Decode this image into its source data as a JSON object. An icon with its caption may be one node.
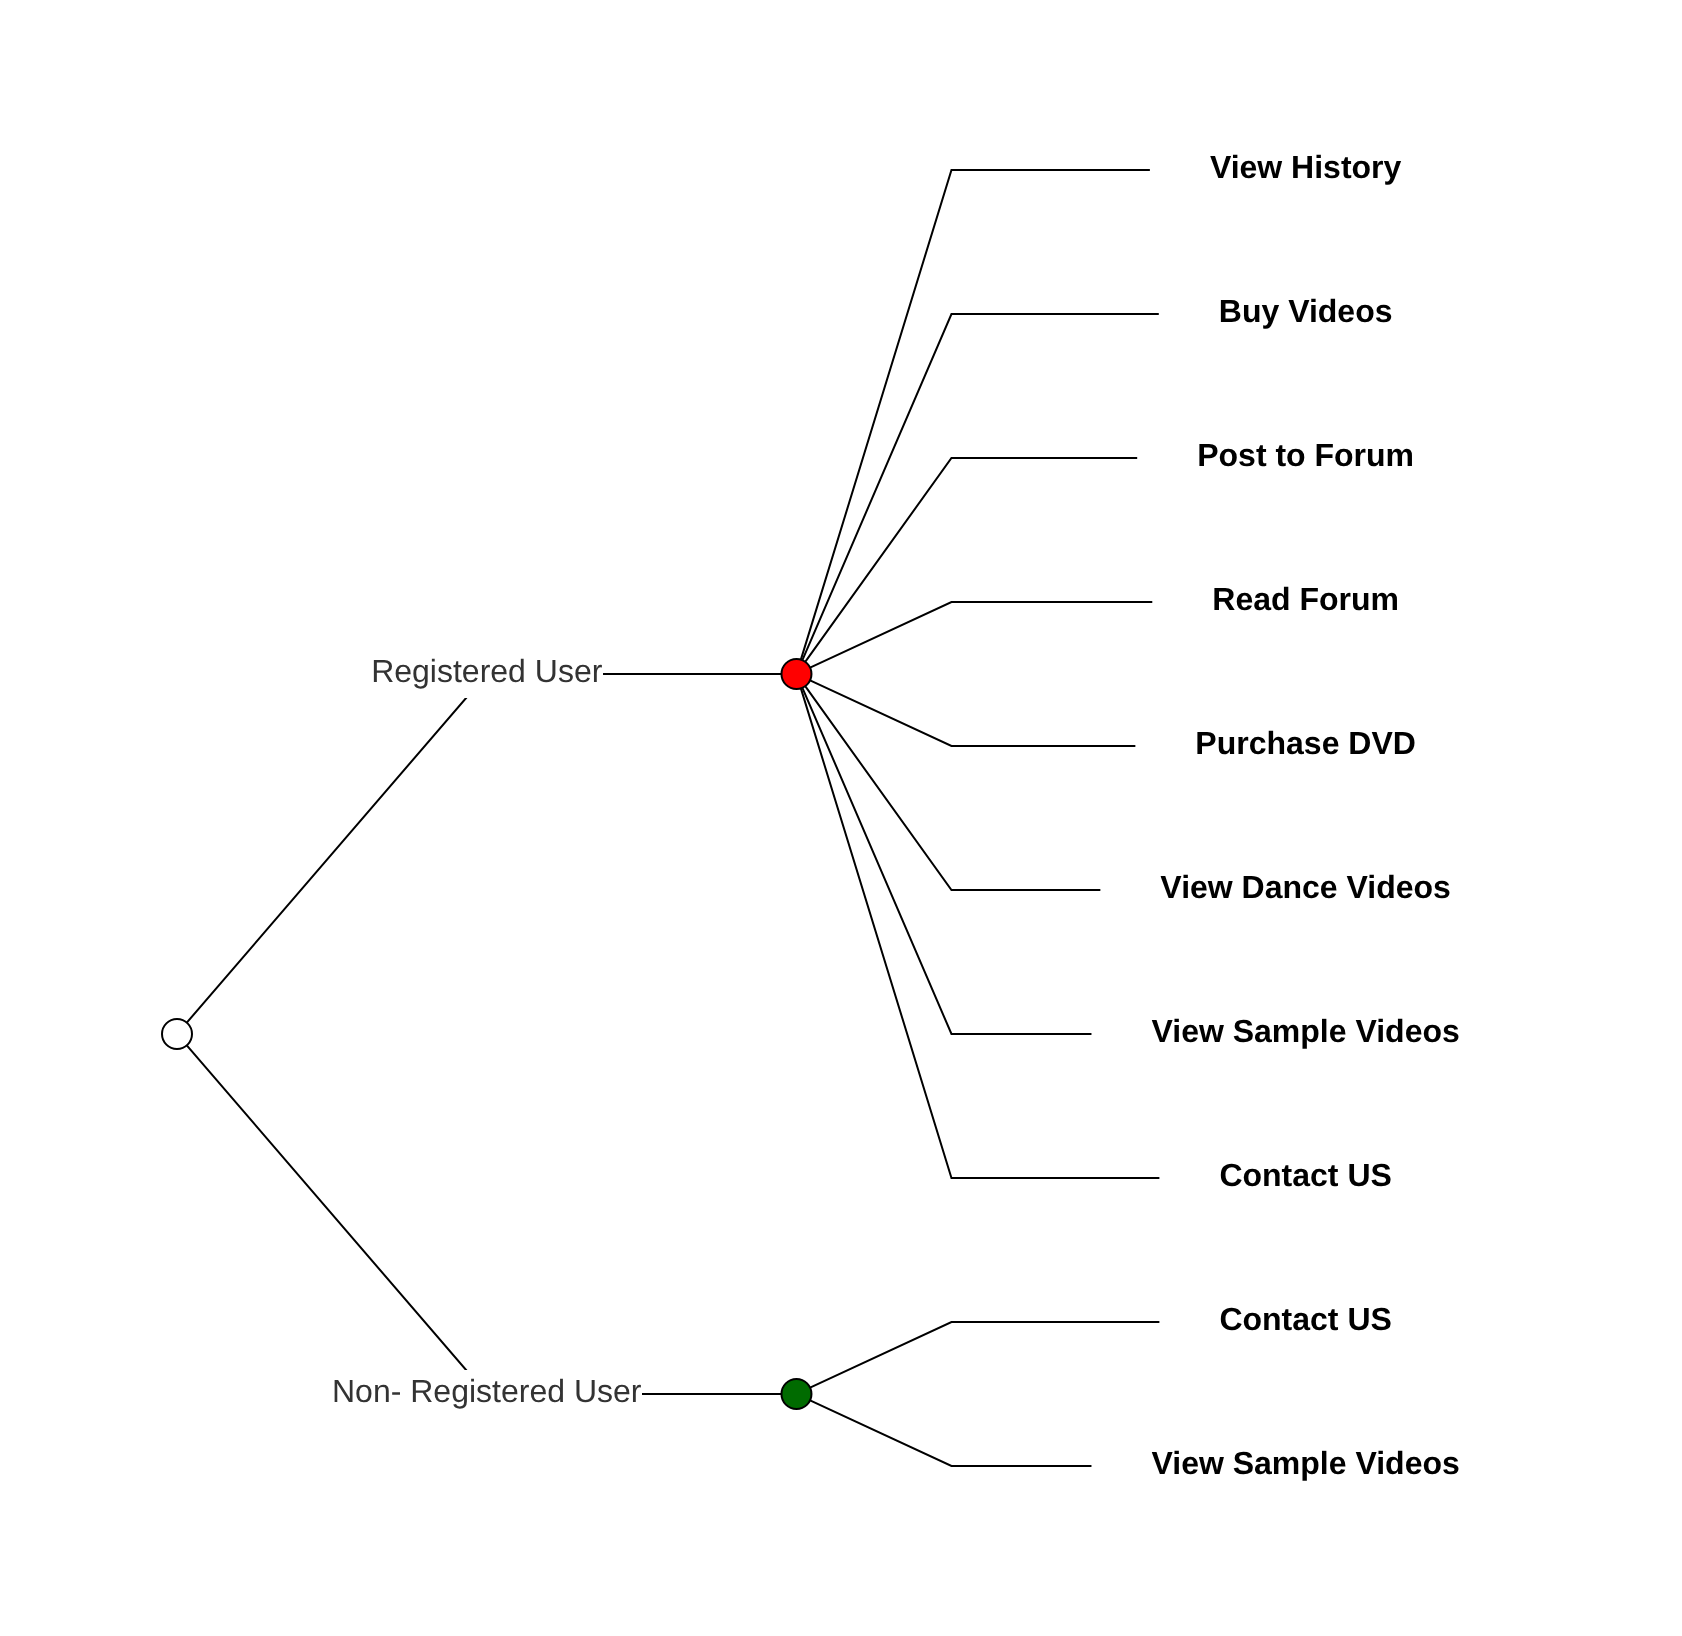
{
  "diagram": {
    "nodes": [
      {
        "text": [],
        "shape": "circle"
      },
      {
        "text": [],
        "shape": "circle"
      },
      {
        "text": [],
        "shape": "circle"
      },
      {
        "text": [
          "View History"
        ]
      },
      {
        "text": [
          "Buy Videos"
        ]
      },
      {
        "text": [
          "Post to Forum"
        ]
      },
      {
        "text": [
          "Read Forum"
        ]
      },
      {
        "text": [
          "Purchase DVD"
        ]
      },
      {
        "text": [
          "View Dance Videos"
        ]
      },
      {
        "text": [
          "View Sample Videos"
        ]
      },
      {
        "text": [
          "Contact US"
        ]
      },
      {
        "text": [
          "Contact US"
        ]
      },
      {
        "text": [
          "View Sample Videos"
        ]
      }
    ],
    "edges": [
      {
        "from": 0,
        "to": 1,
        "arrow": "none",
        "label": "Registered User"
      },
      {
        "from": 0,
        "to": 2,
        "arrow": "none",
        "label": "Non- Registered User"
      },
      {
        "from": 1,
        "to": 3,
        "arrow": "none"
      },
      {
        "from": 1,
        "to": 4,
        "arrow": "none"
      },
      {
        "from": 1,
        "to": 5,
        "arrow": "none"
      },
      {
        "from": 1,
        "to": 6,
        "arrow": "none"
      },
      {
        "from": 1,
        "to": 7,
        "arrow": "none"
      },
      {
        "from": 1,
        "to": 8,
        "arrow": "none"
      },
      {
        "from": 1,
        "to": 9,
        "arrow": "none"
      },
      {
        "from": 1,
        "to": 10,
        "arrow": "none"
      },
      {
        "from": 2,
        "to": 11,
        "arrow": "none"
      },
      {
        "from": 2,
        "to": 12,
        "arrow": "none"
      }
    ]
  }
}
